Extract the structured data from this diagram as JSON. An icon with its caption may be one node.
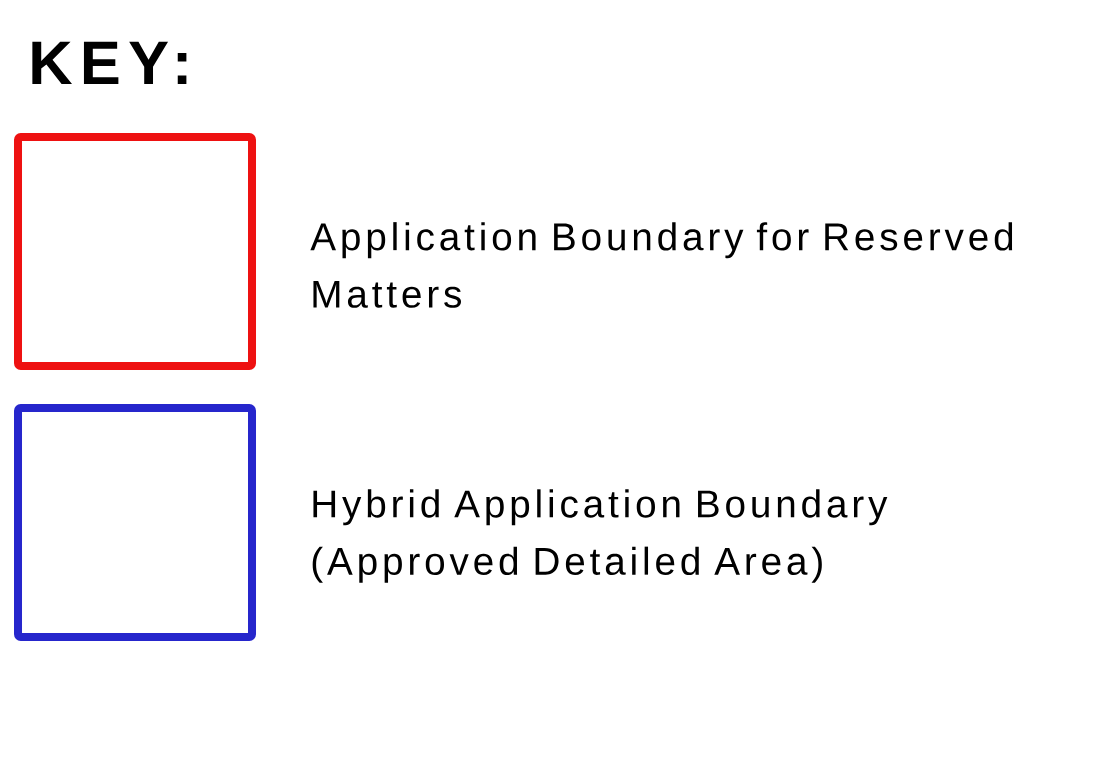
{
  "diagram": {
    "title": "KEY:",
    "legend": [
      {
        "text": "Application Boundary for Reserved Matters",
        "color": "#ee1111"
      },
      {
        "text": "Hybrid Application Boundary (Approved Detailed Area)",
        "color": "#2626cc"
      }
    ]
  }
}
